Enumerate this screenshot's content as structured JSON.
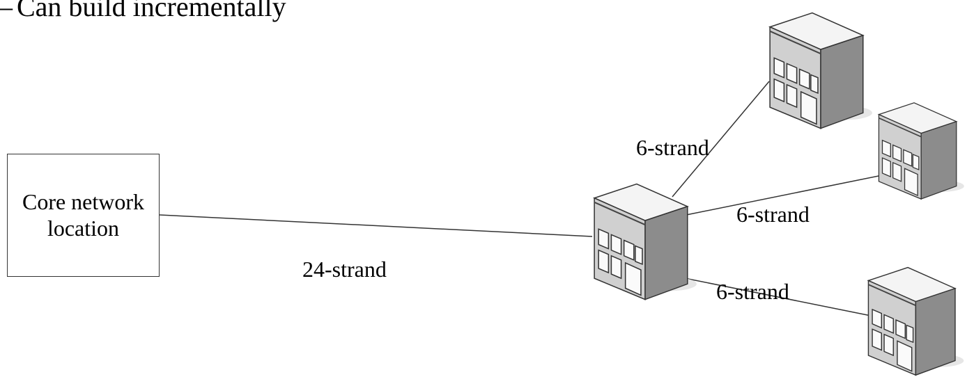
{
  "heading": {
    "bullet": "–",
    "text": "Can build incrementally"
  },
  "core_node": {
    "label": "Core network location"
  },
  "links": {
    "trunk": "24-strand",
    "branch_top": "6-strand",
    "branch_middle": "6-strand",
    "branch_bottom": "6-strand"
  },
  "icons": {
    "building": "building-icon"
  }
}
